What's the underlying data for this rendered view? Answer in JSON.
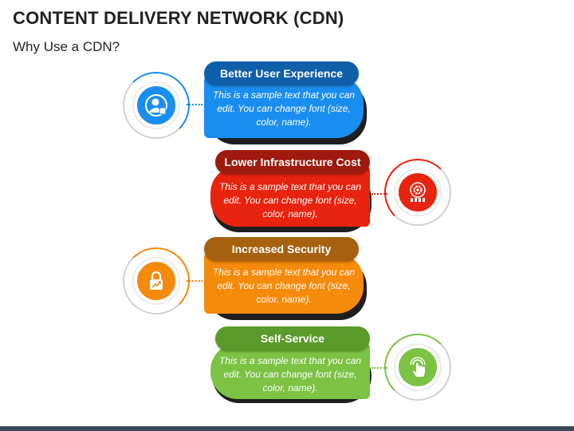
{
  "title": "CONTENT DELIVERY NETWORK (CDN)",
  "subtitle": "Why Use a CDN?",
  "items": [
    {
      "label": "Better User Experience",
      "text": "This is a sample text that you can edit. You can change font (size, color, name).",
      "icon": "user-like-icon",
      "color": "#1a8ef0",
      "dark": "#0f5ea8"
    },
    {
      "label": "Lower Infrastructure Cost",
      "text": "This is a sample text that you can edit. You can change font (size, color, name).",
      "icon": "gear-target-icon",
      "color": "#e8230e",
      "dark": "#9e1a0d"
    },
    {
      "label": "Increased Security",
      "text": "This is a sample text that you can edit. You can change font (size, color, name).",
      "icon": "lock-icon",
      "color": "#f58a0b",
      "dark": "#a6610f"
    },
    {
      "label": "Self-Service",
      "text": "This is a sample text that you can edit. You can change font (size, color, name).",
      "icon": "tap-hand-icon",
      "color": "#7cc243",
      "dark": "#5a9a2a"
    }
  ]
}
